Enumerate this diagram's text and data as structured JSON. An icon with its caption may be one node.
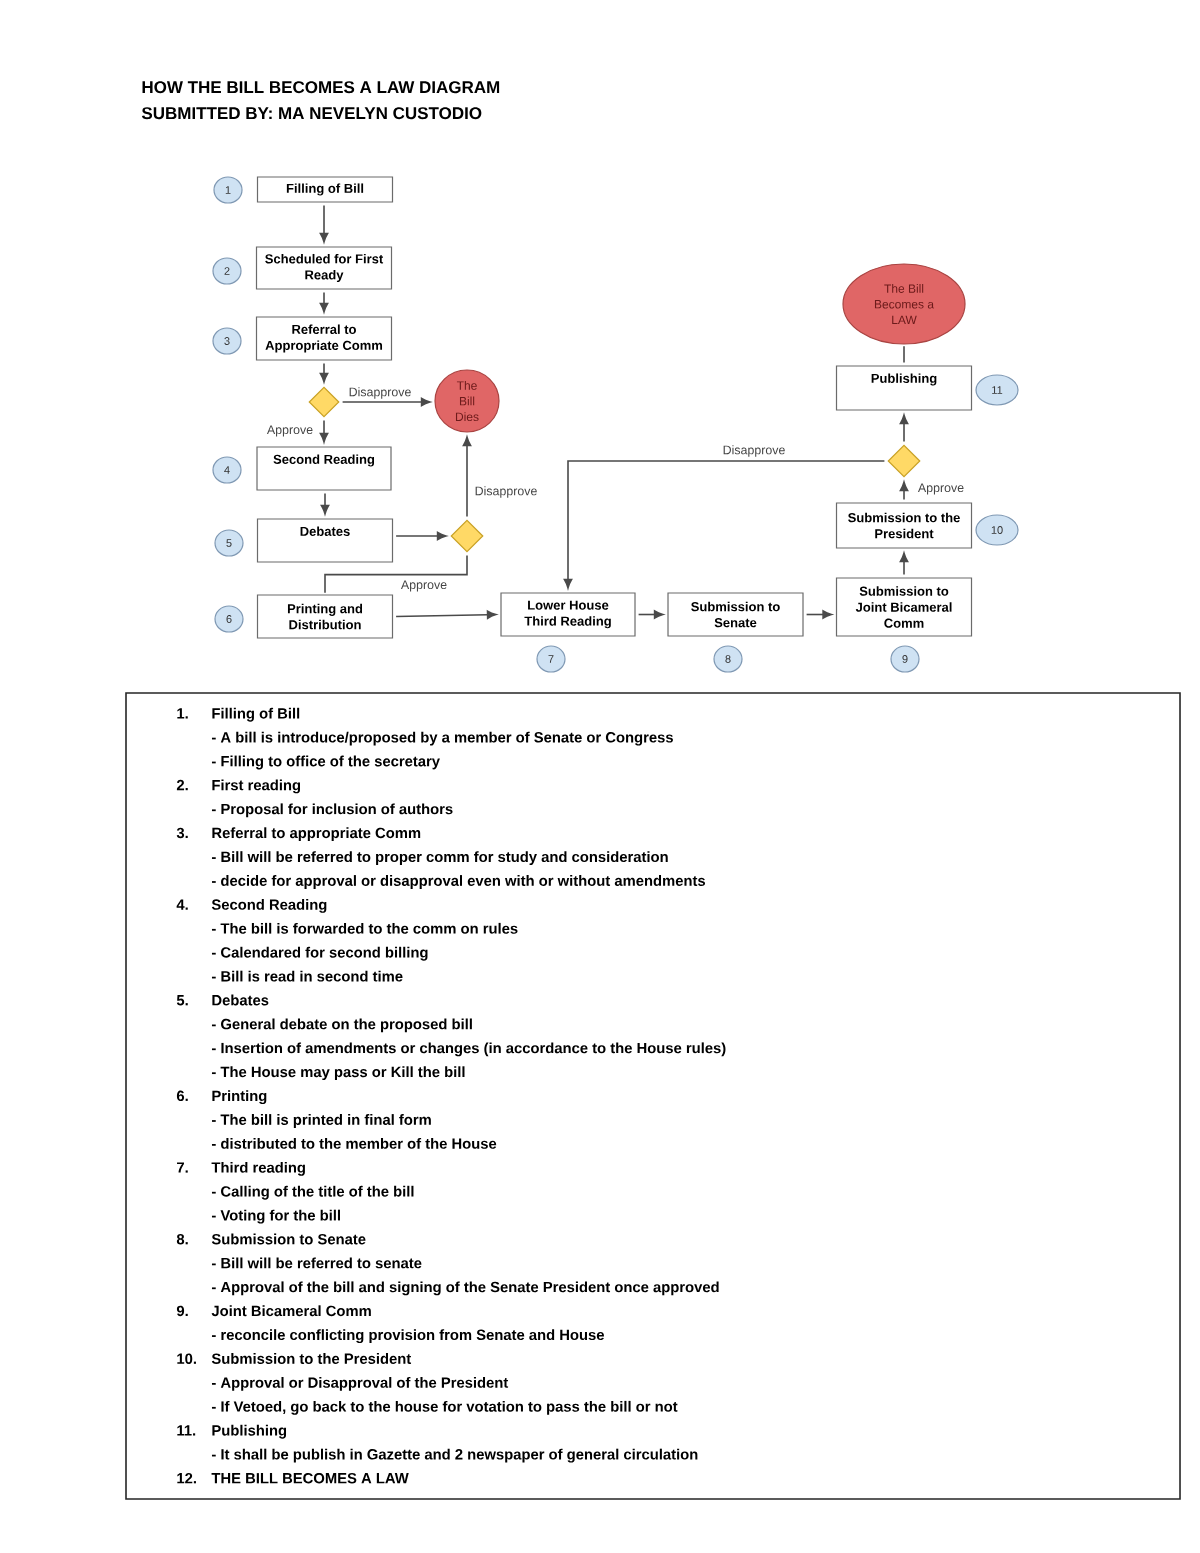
{
  "diagram": {
    "title": "HOW THE BILL BECOMES A LAW DIAGRAM",
    "nodes": [
      {
        "text": [
          "1"
        ]
      },
      {
        "text": [
          "Filling of Bill"
        ]
      },
      {
        "text": [
          "2"
        ]
      },
      {
        "text": [
          "Scheduled for First Ready"
        ]
      },
      {
        "text": [
          "3"
        ]
      },
      {
        "text": [
          "Referral to Appropriate Comm"
        ]
      },
      {
        "text": [],
        "shape": "diamond"
      },
      {
        "text": [
          "The Bill Dies"
        ]
      },
      {
        "text": [
          "4"
        ]
      },
      {
        "text": [
          "Second Reading"
        ]
      },
      {
        "text": [
          "5"
        ]
      },
      {
        "text": [
          "Debates"
        ]
      },
      {
        "text": [],
        "shape": "diamond"
      },
      {
        "text": [
          "6"
        ]
      },
      {
        "text": [
          "Printing and Distribution"
        ]
      },
      {
        "text": [
          "Lower House Third Reading"
        ]
      },
      {
        "text": [
          "Submission to Senate"
        ]
      },
      {
        "text": [
          "Submission to Joint Bicameral Comm"
        ]
      },
      {
        "text": [
          "7"
        ]
      },
      {
        "text": [
          "8"
        ]
      },
      {
        "text": [
          "9"
        ]
      },
      {
        "text": [
          "The Bill Becomes a LAW"
        ]
      },
      {
        "text": [
          "Publishing"
        ]
      },
      {
        "text": [
          "11"
        ]
      },
      {
        "text": [],
        "shape": "diamond"
      },
      {
        "text": [
          "Submission to the President"
        ]
      },
      {
        "text": [
          "10"
        ]
      },
      {
        "text": [
          "1.",
          "Filling of Bill",
          "- A bill is introduce/proposed by a member of Senate or Congress",
          "- Filling to office of the secretary",
          "2.",
          "First reading",
          "- Proposal for inclusion of authors",
          "3.",
          "Referral to appropriate Comm",
          "- Bill will be referred to proper comm for study and consideration",
          "- decide for approval or disapproval even with or without amendments",
          "4.",
          "Second Reading",
          "- The bill is forwarded to the comm on rules",
          "- Calendared for second billing",
          "- Bill is read in second time",
          "5.",
          "Debates",
          "- General debate on the proposed bill",
          "- Insertion of amendments or changes (in accordance to the House rules)",
          "- The House may pass or Kill the bill",
          "6.",
          "Printing",
          "- The bill is printed in final form",
          "- distributed to the member of the House",
          "7.",
          "Third reading",
          "- Calling of the title of the bill",
          "- Voting for the bill",
          "8.",
          "Submission to Senate",
          "- Bill will be referred to senate",
          "- Approval of the bill and signing of the Senate President once approved",
          "9.",
          "Joint Bicameral Comm",
          "- reconcile conflicting provision from Senate and House",
          "10.",
          "Submission to the President",
          "- Approval or Disapproval of the President",
          "- If Vetoed, go back to the house for votation to pass the bill or not",
          "11.",
          "Publishing",
          "- It shall be publish in Gazette and 2 newspaper of general circulation",
          "12.",
          "THE BILL BECOMES A LAW"
        ]
      }
    ],
    "edges": [
      {
        "from": 1,
        "to": 3,
        "arrow": "to"
      },
      {
        "from": 3,
        "to": 5,
        "arrow": "to"
      },
      {
        "from": 5,
        "to": 6,
        "arrow": "to"
      },
      {
        "from": 6,
        "to": 7,
        "arrow": "to",
        "label": "Disapprove"
      },
      {
        "from": 6,
        "to": 9,
        "arrow": "to",
        "label": "Approve"
      },
      {
        "from": 9,
        "to": 11,
        "arrow": "to"
      },
      {
        "from": 11,
        "to": 12,
        "arrow": "to"
      },
      {
        "from": 12,
        "to": 7,
        "arrow": "to",
        "label": "Disapprove"
      },
      {
        "from": 12,
        "to": 14,
        "arrow": "none",
        "label": "Approve"
      },
      {
        "from": 14,
        "to": 15,
        "arrow": "to"
      },
      {
        "from": 15,
        "to": 16,
        "arrow": "to"
      },
      {
        "from": 16,
        "to": 17,
        "arrow": "to"
      },
      {
        "from": 17,
        "to": 25,
        "arrow": "to"
      },
      {
        "from": 25,
        "to": 24,
        "arrow": "to",
        "label": "Approve"
      },
      {
        "from": 24,
        "to": 22,
        "arrow": "to"
      },
      {
        "from": 24,
        "to": 15,
        "arrow": "to",
        "label": "Disapprove"
      },
      {
        "from": 22,
        "to": 21,
        "arrow": "none"
      }
    ],
    "labels": [
      "SUBMITTED BY: MA NEVELYN CUSTODIO"
    ]
  }
}
